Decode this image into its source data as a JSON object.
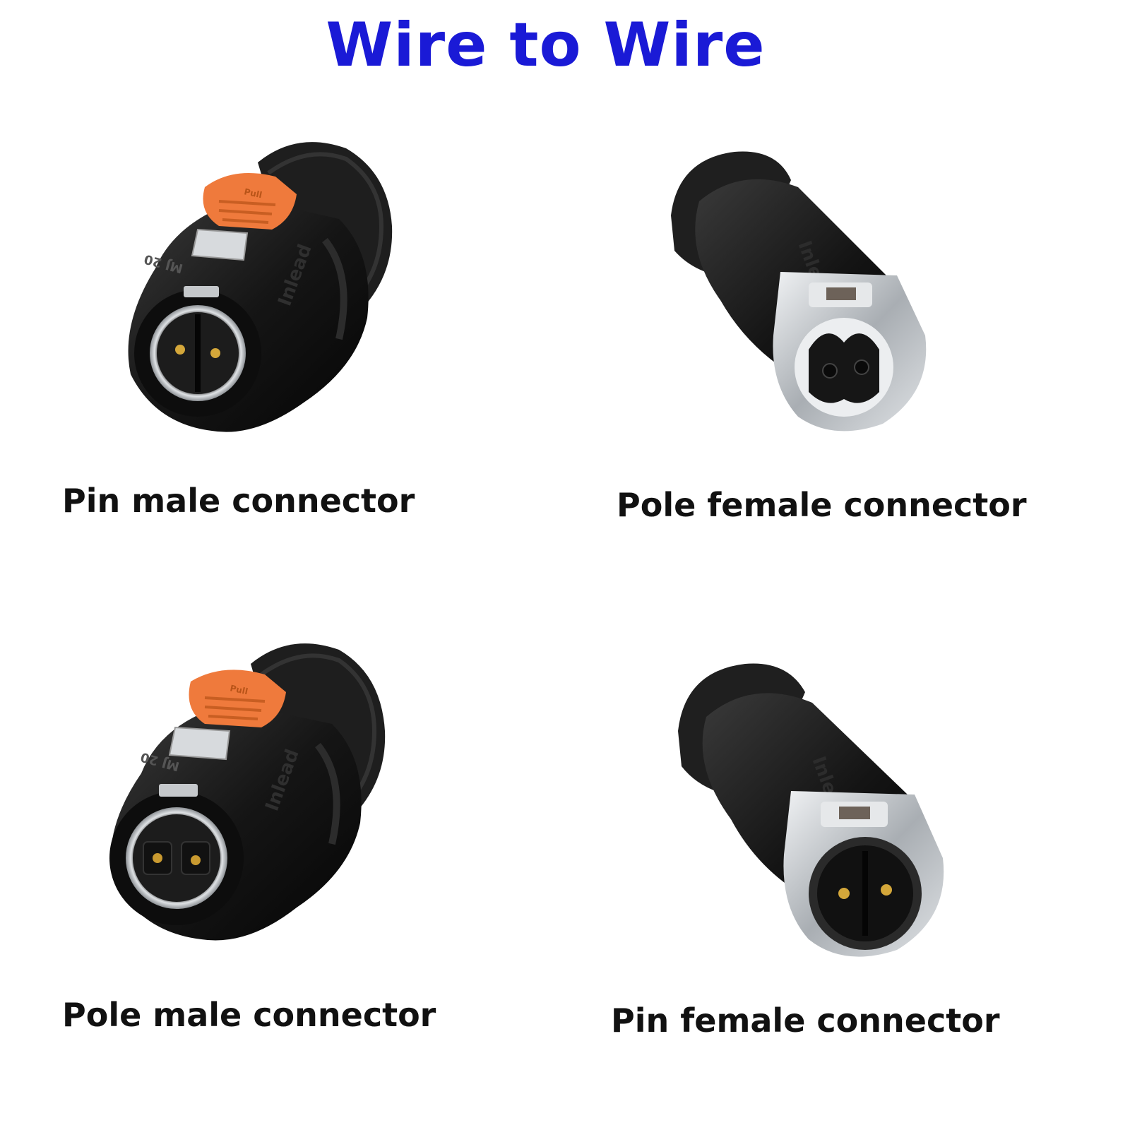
{
  "header": {
    "title": "Wire to Wire"
  },
  "colors": {
    "title": "#1a1ad6",
    "body": "#151515",
    "latch": "#ef7a3c",
    "metal": "#c9cdd2"
  },
  "products": [
    {
      "label": "Pin male connector",
      "kind": "male",
      "brand": "Inlead",
      "model": "MJ 20",
      "latch_text": "Pull"
    },
    {
      "label": "Pole female connector",
      "kind": "female",
      "brand": "Inlead"
    },
    {
      "label": "Pole male connector",
      "kind": "male",
      "brand": "Inlead",
      "model": "MJ 20",
      "latch_text": "Pull"
    },
    {
      "label": "Pin female connector",
      "kind": "female",
      "brand": "Inlead"
    }
  ]
}
